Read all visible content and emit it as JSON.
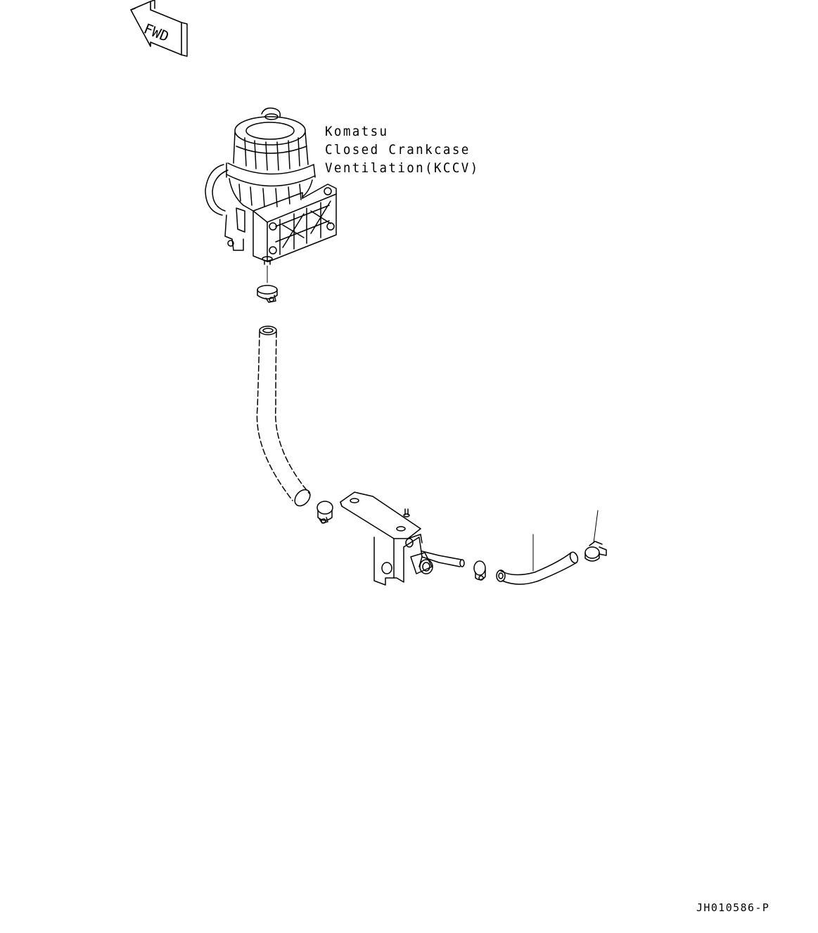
{
  "fwd_arrow": {
    "label": "FWD"
  },
  "callout": {
    "line1": "Komatsu",
    "line2": "Closed Crankcase",
    "line3": "Ventilation(KCCV)"
  },
  "figure_number": "JH010586-P"
}
